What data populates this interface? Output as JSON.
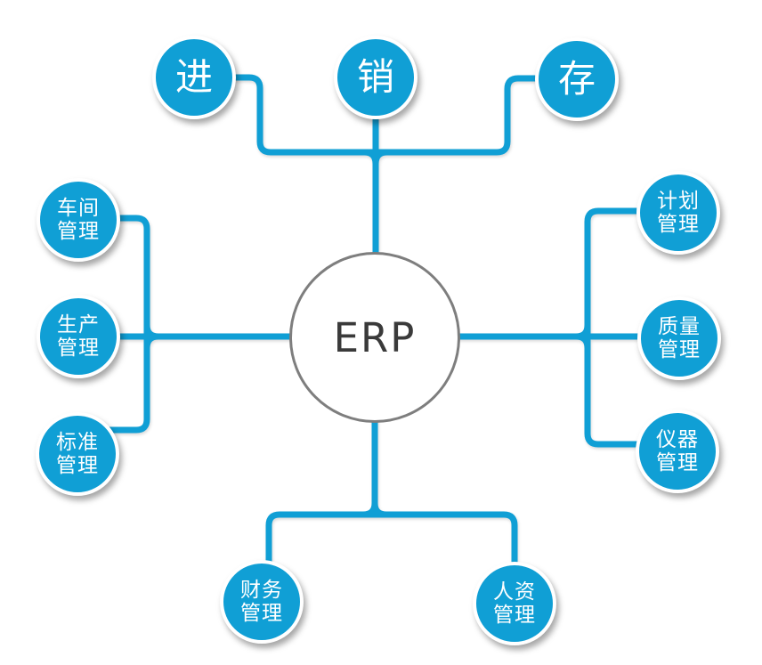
{
  "diagram": {
    "center": {
      "label": "ERP"
    },
    "nodes": [
      {
        "id": "purchase",
        "label": "进"
      },
      {
        "id": "sales",
        "label": "销"
      },
      {
        "id": "inventory",
        "label": "存"
      },
      {
        "id": "workshop-management",
        "label": "车间\n管理"
      },
      {
        "id": "production-management",
        "label": "生产\n管理"
      },
      {
        "id": "standards-management",
        "label": "标准\n管理"
      },
      {
        "id": "planning-management",
        "label": "计划\n管理"
      },
      {
        "id": "quality-management",
        "label": "质量\n管理"
      },
      {
        "id": "instrument-management",
        "label": "仪器\n管理"
      },
      {
        "id": "finance-management",
        "label": "财务\n管理"
      },
      {
        "id": "hr-management",
        "label": "人资\n管理"
      }
    ],
    "colors": {
      "node_fill": "#109fd5",
      "connector": "#109fd5",
      "node_text": "#ffffff",
      "center_border": "#7e7e7e",
      "center_text": "#3a3a3a",
      "background": "#ffffff"
    }
  }
}
